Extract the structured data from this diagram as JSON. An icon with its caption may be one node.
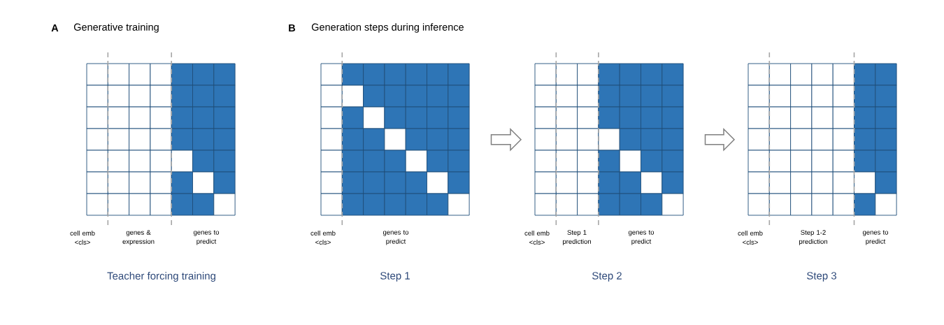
{
  "diagram": {
    "nodes": [
      {
        "text": [],
        "shape": "grid",
        "beside": [
          "cell emb <cls>",
          "genes & expression",
          "genes to predict",
          "Teacher forcing training"
        ]
      },
      {
        "text": [],
        "shape": "grid",
        "beside": [
          "cell emb <cls>",
          "genes to predict",
          "Step 1"
        ]
      },
      {
        "text": [],
        "shape": "grid",
        "beside": [
          "cell emb <cls>",
          "Step 1 prediction",
          "genes to predict",
          "Step 2"
        ]
      },
      {
        "text": [],
        "shape": "grid",
        "beside": [
          "cell emb <cls>",
          "Step 1-2 prediction",
          "genes to predict",
          "Step 3"
        ]
      }
    ],
    "edges": [
      {
        "from": 1,
        "to": 2,
        "arrow": "to"
      },
      {
        "from": 2,
        "to": 3,
        "arrow": "to"
      }
    ],
    "labels": [
      "A",
      "Generative training",
      "B",
      "Generation steps during inference"
    ]
  }
}
